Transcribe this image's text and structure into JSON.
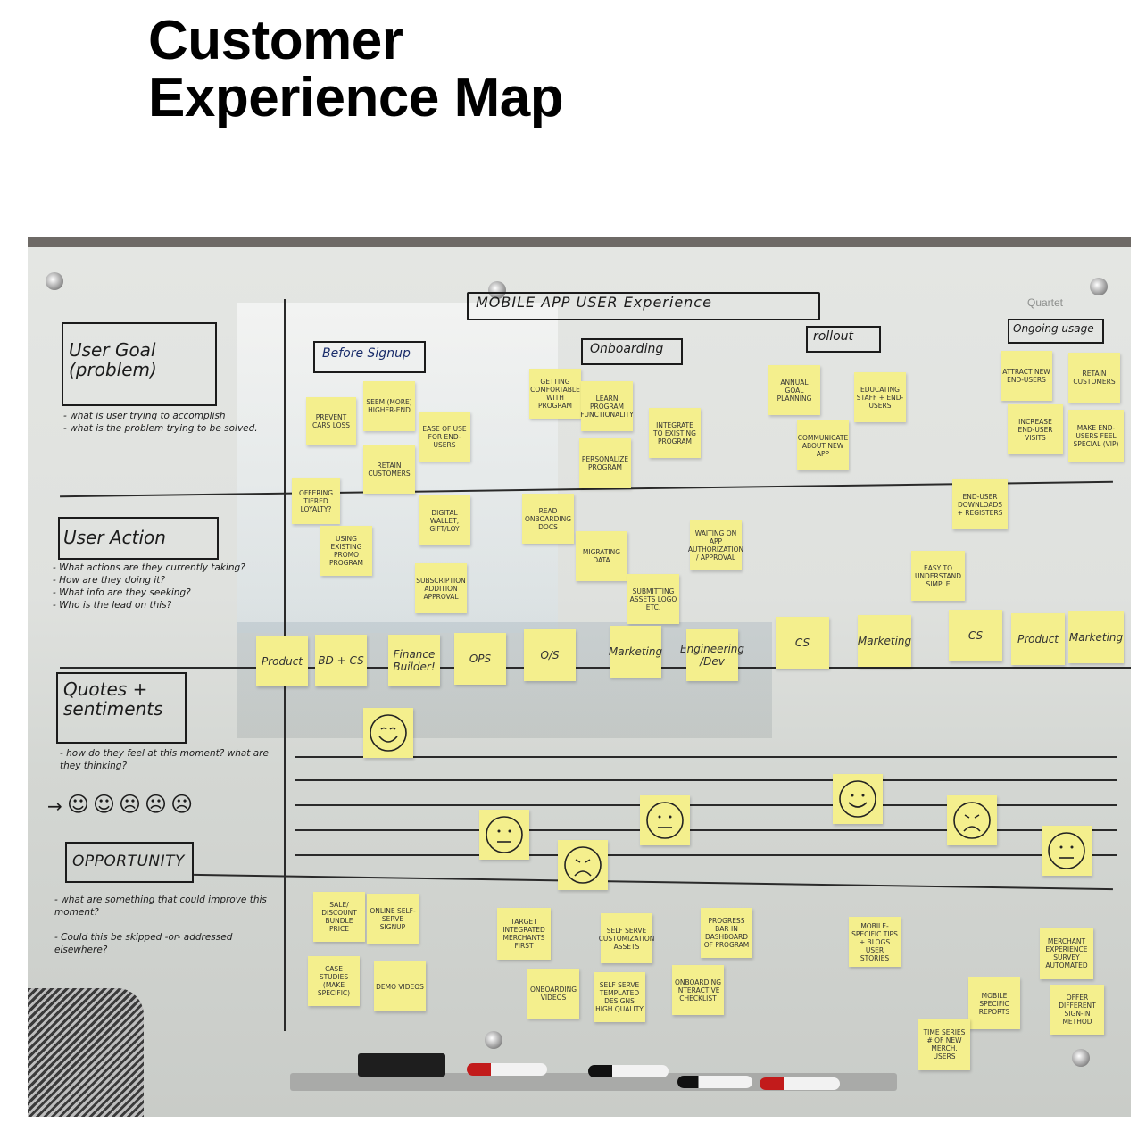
{
  "title": {
    "line1": "Customer",
    "line2": "Experience Map"
  },
  "board": {
    "brand": "Quartet",
    "heading": "MOBILE APP USER Experience",
    "phases": [
      "Before Signup",
      "Onboarding",
      "rollout",
      "Ongoing usage"
    ],
    "rows": [
      {
        "label": "User Goal (problem)",
        "notes": "- what is user trying to accomplish\n- what is the problem trying to be solved."
      },
      {
        "label": "User Action",
        "notes": "- What actions are they currently taking?\n- How are they doing it?\n- What info are they seeking?\n- Who is the lead on this?"
      },
      {
        "label": "Quotes + sentiments",
        "notes": "- how do they feel at this moment? what are they thinking?"
      },
      {
        "label": "OPPORTUNITY",
        "notes": "- what are something that could improve this moment?\n\n- Could this be skipped -or- addressed elsewhere?"
      }
    ],
    "goal_notes": [
      "Prevent cars loss",
      "Seem (more) higher-end",
      "Ease of use for end-users",
      "Retain customers",
      "Getting comfortable with program",
      "Learn program functionality",
      "Integrate to existing program",
      "Personalize program",
      "Annual goal planning",
      "Educating staff + end-users",
      "Communicate about new app",
      "Attract new end-users",
      "Retain customers",
      "Increase end-user visits",
      "Make end-users feel special (VIP)"
    ],
    "action_notes": [
      "Offering tiered loyalty?",
      "Digital wallet, gift/Loy",
      "Using existing promo program",
      "Subscription addition approval",
      "Read onboarding docs",
      "Migrating data",
      "Waiting on app authorization / approval",
      "Submitting assets logo etc.",
      "End-user downloads + registers",
      "Easy to understand simple"
    ],
    "lead_notes": [
      "Product",
      "BD + CS",
      "Finance Builder!",
      "OPS",
      "O/S",
      "Marketing",
      "Engineering /Dev",
      "CS",
      "Marketing",
      "CS",
      "Product",
      "Marketing"
    ],
    "opportunity_notes": [
      "Sale/ discount bundle price",
      "Online self-serve signup",
      "Case studies (make specific)",
      "Demo videos",
      "Target integrated merchants first",
      "Self serve customization assets",
      "Progress bar in dashboard of program",
      "Onboarding videos",
      "Self serve templated designs high quality",
      "Onboarding interactive checklist",
      "Mobile-specific tips + blogs user stories",
      "Merchant experience survey automated",
      "Mobile specific reports",
      "Offer different sign-in method",
      "Time series # of new merch. users"
    ],
    "faces": [
      "happy",
      "neutral",
      "sad",
      "neutral",
      "happy",
      "sad",
      "neutral"
    ]
  }
}
